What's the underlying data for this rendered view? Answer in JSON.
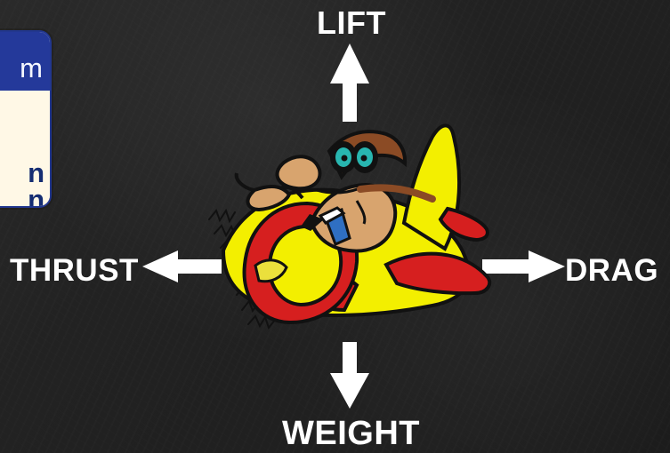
{
  "diagram": {
    "labels": {
      "lift": "LIFT",
      "thrust": "THRUST",
      "drag": "DRAG",
      "weight": "WEIGHT"
    }
  },
  "sidebar_card": {
    "top_text": "m",
    "bottom_lines": [
      "n",
      "n"
    ]
  },
  "colors": {
    "background": "#232323",
    "label": "#ffffff",
    "arrow": "#ffffff",
    "card_blue": "#24399a",
    "card_cream": "#fff8e6",
    "plane_yellow": "#f3ef00",
    "plane_red": "#d61f1f"
  },
  "icons": {
    "pilot": "pilot-icon",
    "airplane": "airplane-icon",
    "propeller": "propeller-icon",
    "goggles": "goggles-icon"
  }
}
